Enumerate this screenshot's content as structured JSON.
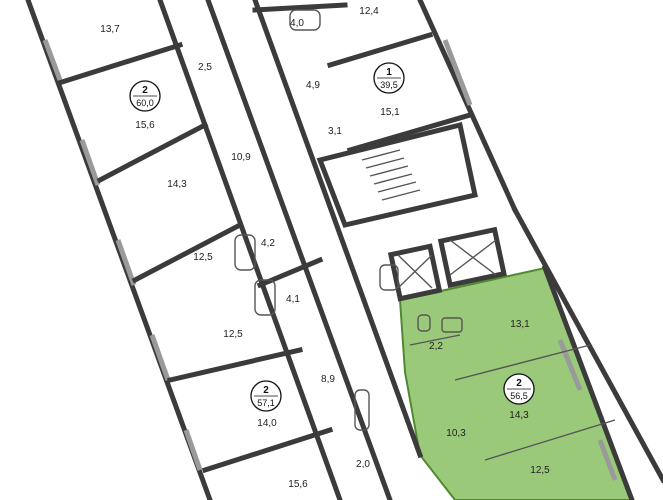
{
  "colors": {
    "wall": "#3b3b3b",
    "highlight_fill": "#9bc97a",
    "highlight_stroke": "#4f8a2f",
    "window": "#9a9a9a",
    "background": "#ffffff"
  },
  "apartments": [
    {
      "id": "apt-60",
      "rooms": "2",
      "area": "60,0"
    },
    {
      "id": "apt-39",
      "rooms": "1",
      "area": "39,5"
    },
    {
      "id": "apt-57",
      "rooms": "2",
      "area": "57,1"
    },
    {
      "id": "apt-56",
      "rooms": "2",
      "area": "56,5",
      "highlighted": true
    }
  ],
  "rooms": [
    {
      "id": "r1",
      "area": "13,7"
    },
    {
      "id": "r2",
      "area": "4,0"
    },
    {
      "id": "r3",
      "area": "12,4"
    },
    {
      "id": "r4",
      "area": "2,5"
    },
    {
      "id": "r5",
      "area": "4,9"
    },
    {
      "id": "r6",
      "area": "15,6"
    },
    {
      "id": "r7",
      "area": "15,1"
    },
    {
      "id": "r8",
      "area": "3,1"
    },
    {
      "id": "r9",
      "area": "10,9"
    },
    {
      "id": "r10",
      "area": "14,3"
    },
    {
      "id": "r11",
      "area": "4,2"
    },
    {
      "id": "r12",
      "area": "12,5"
    },
    {
      "id": "r13",
      "area": "4,1"
    },
    {
      "id": "r14",
      "area": "13,1"
    },
    {
      "id": "r15",
      "area": "2,2"
    },
    {
      "id": "r16",
      "area": "12,5"
    },
    {
      "id": "r17",
      "area": "8,9"
    },
    {
      "id": "r18",
      "area": "14,3"
    },
    {
      "id": "r19",
      "area": "10,3"
    },
    {
      "id": "r20",
      "area": "14,0"
    },
    {
      "id": "r21",
      "area": "12,5"
    },
    {
      "id": "r22",
      "area": "15,6"
    },
    {
      "id": "r23",
      "area": "2,0"
    }
  ]
}
